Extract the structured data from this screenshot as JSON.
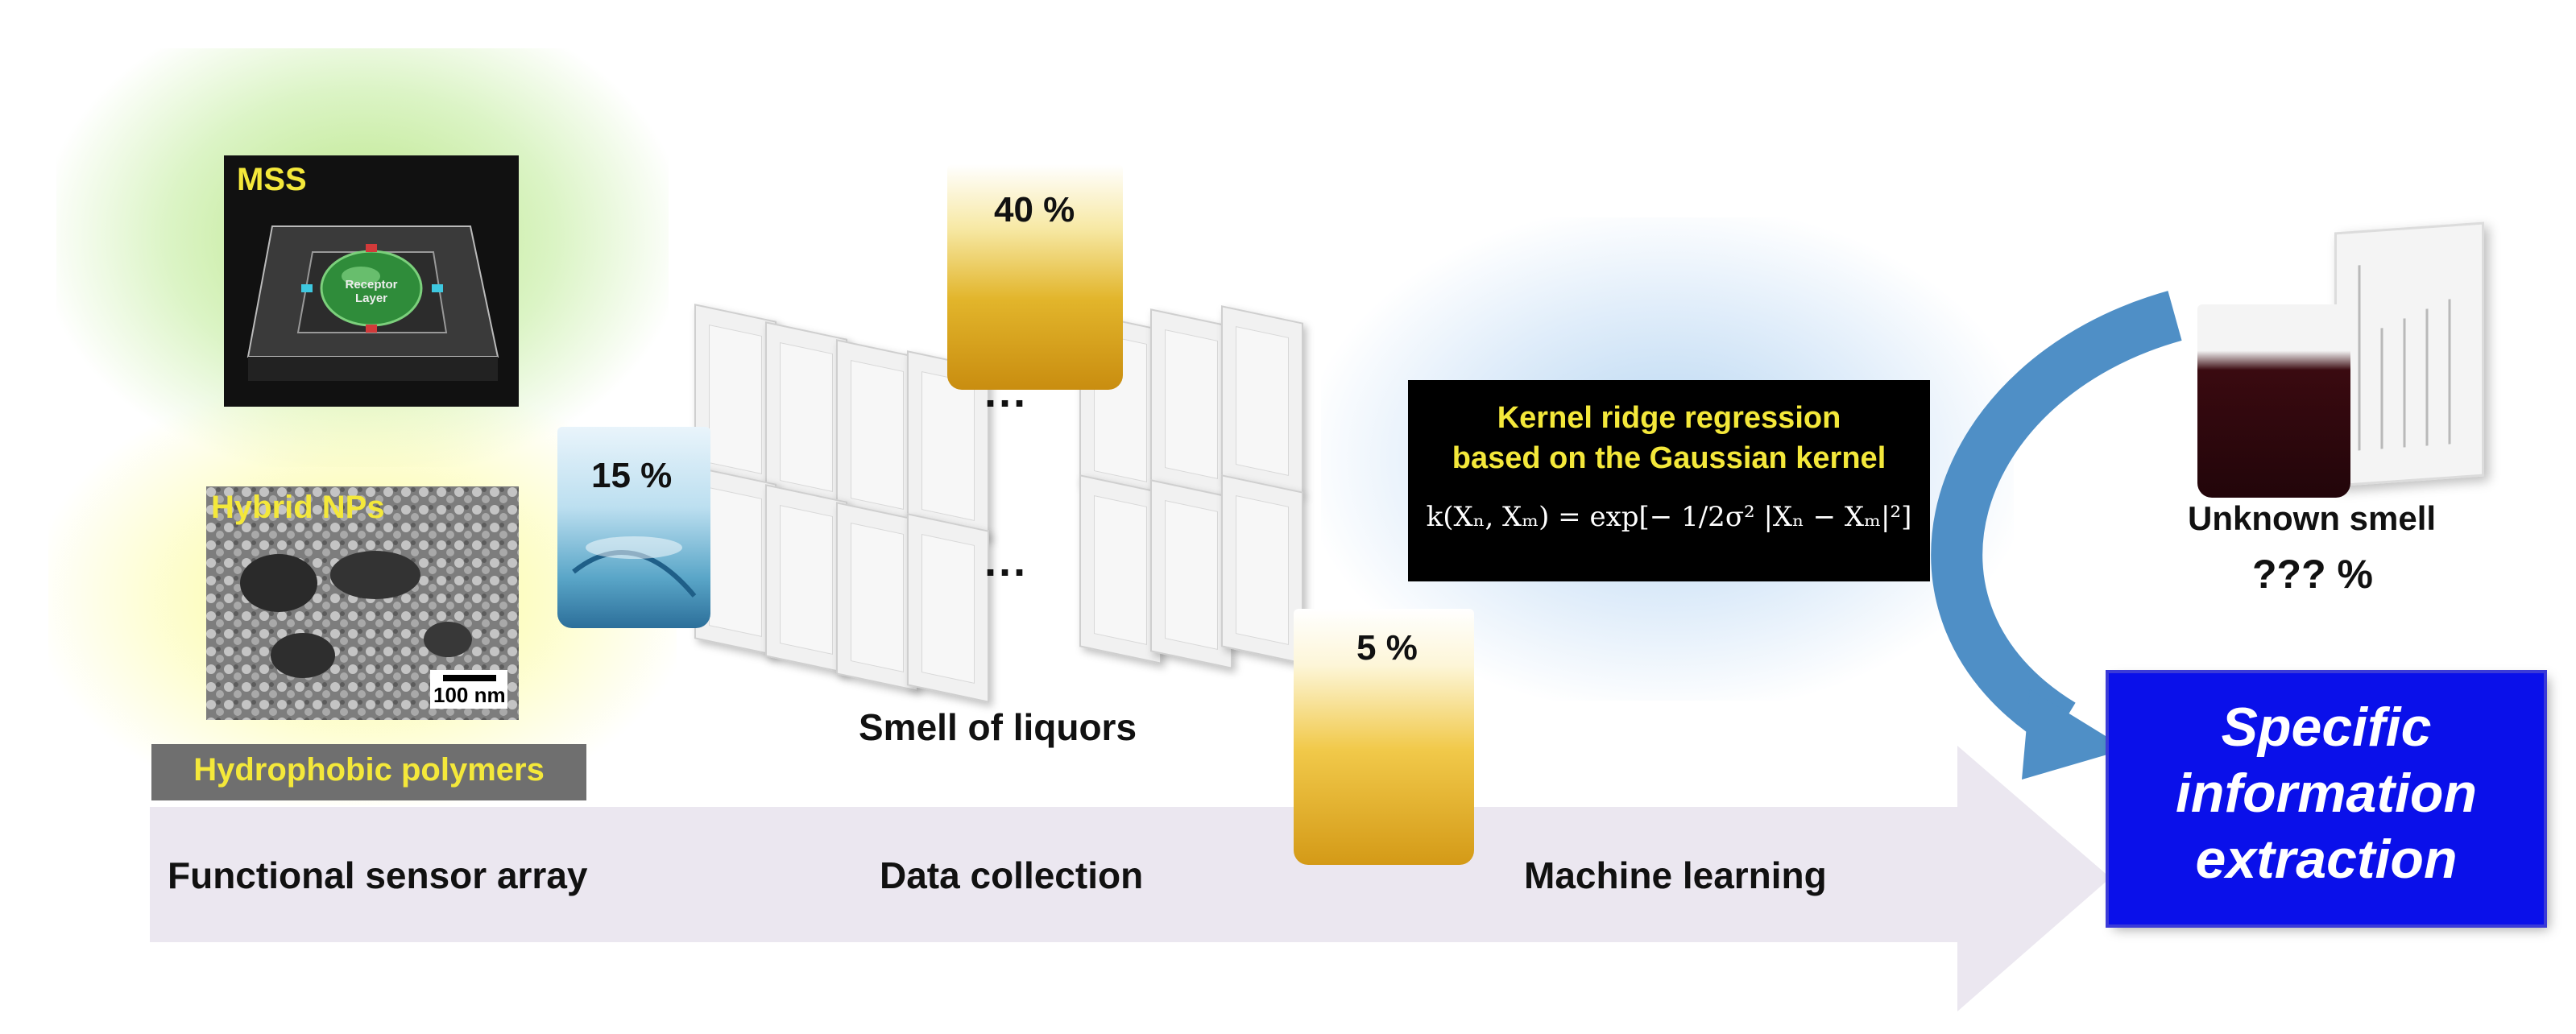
{
  "sensor": {
    "mss_label": "MSS",
    "mss_inner_label": "Receptor Layer",
    "hybrid_label": "Hybrid NPs",
    "scale_bar": "100 nm",
    "polymer_label": "Hydrophobic polymers"
  },
  "liquors": {
    "samples": [
      {
        "percent": "15 %"
      },
      {
        "percent": "40 %"
      },
      {
        "percent": "5 %"
      }
    ],
    "ellipsis_top": "···",
    "ellipsis_bottom": "···",
    "caption": "Smell of liquors"
  },
  "ml": {
    "title_line1": "Kernel ridge regression",
    "title_line2": "based on the Gaussian kernel",
    "formula": "k(Xₙ, Xₘ) = exp[− 1/2σ² |Xₙ − Xₘ|²]"
  },
  "unknown": {
    "label": "Unknown smell",
    "percent": "??? %"
  },
  "output": {
    "line1": "Specific",
    "line2": "information",
    "line3": "extraction"
  },
  "stages": [
    "Functional sensor array",
    "Data collection",
    "Machine learning"
  ],
  "colors": {
    "arrow": "#ebe7f0",
    "output_box": "#0a10ea",
    "highlight_text": "#f4e83a",
    "curved_arrow": "#4f8fc6"
  }
}
